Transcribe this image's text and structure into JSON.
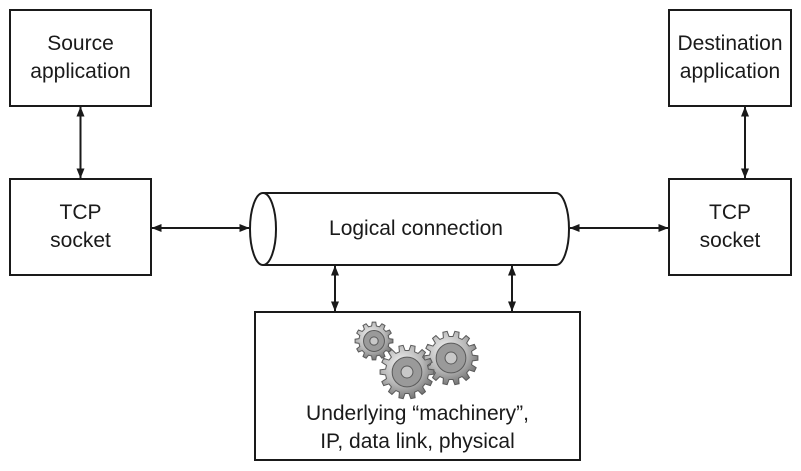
{
  "source_app": {
    "line1": "Source",
    "line2": "application"
  },
  "dest_app": {
    "line1": "Destination",
    "line2": "application"
  },
  "left_socket": {
    "line1": "TCP",
    "line2": "socket"
  },
  "right_socket": {
    "line1": "TCP",
    "line2": "socket"
  },
  "connection": {
    "label": "Logical connection"
  },
  "machinery": {
    "line1": "Underlying “machinery”,",
    "line2": "IP, data link, physical",
    "icon": "gears-icon"
  },
  "colors": {
    "stroke": "#1a1a1a",
    "gear_light": "#c8c8c8",
    "gear_mid": "#9a9a9a",
    "gear_dark": "#5a5a5a"
  }
}
